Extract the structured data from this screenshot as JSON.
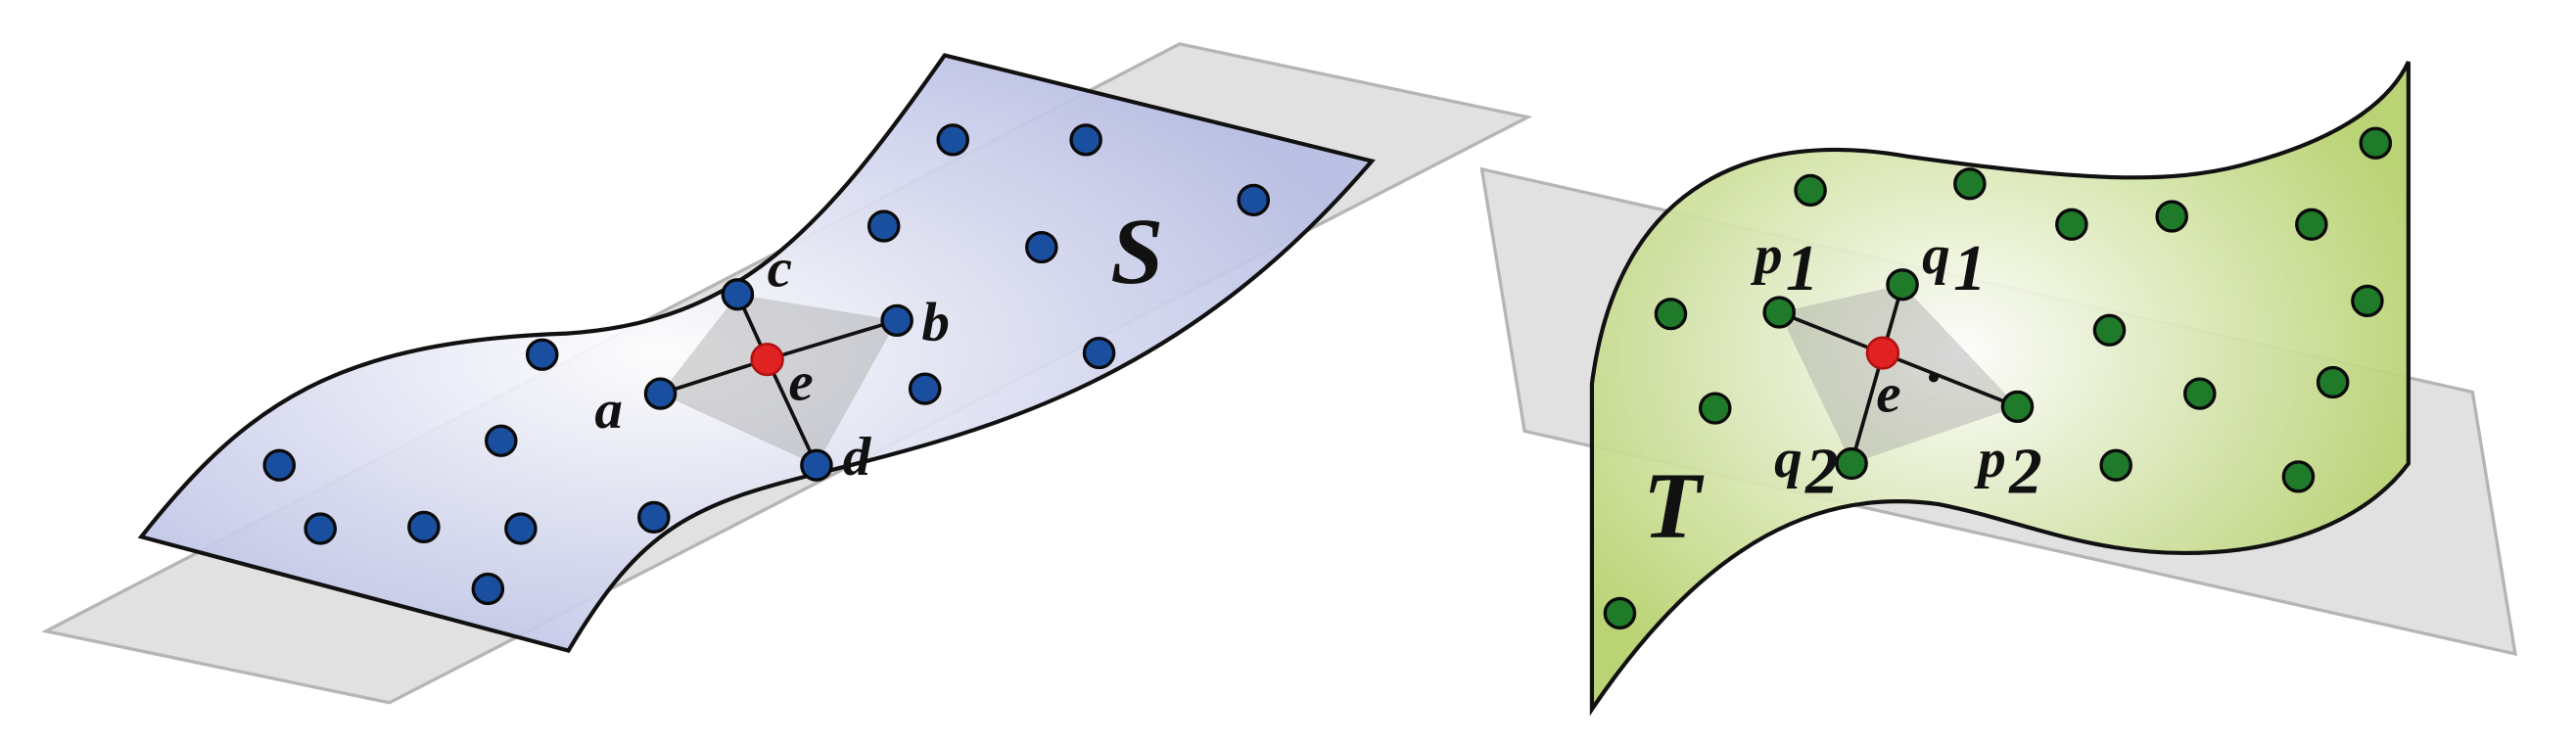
{
  "left_panel": {
    "surface_label": "S",
    "point_labels": {
      "a": "a",
      "b": "b",
      "c": "c",
      "d": "d",
      "e": "e"
    }
  },
  "right_panel": {
    "surface_label": "T",
    "point_labels": {
      "p1": {
        "base": "p",
        "sub": "1"
      },
      "q1": {
        "base": "q",
        "sub": "1"
      },
      "p2": {
        "base": "p",
        "sub": "2"
      },
      "q2": {
        "base": "q",
        "sub": "2"
      },
      "e": "e"
    }
  },
  "colors": {
    "left_surface": "#b7bde3",
    "right_surface": "#b9d46e",
    "plane": "#dcdcdc",
    "left_point": "#1a4fa0",
    "right_point": "#1f7a2a",
    "center_point": "#e02222"
  }
}
